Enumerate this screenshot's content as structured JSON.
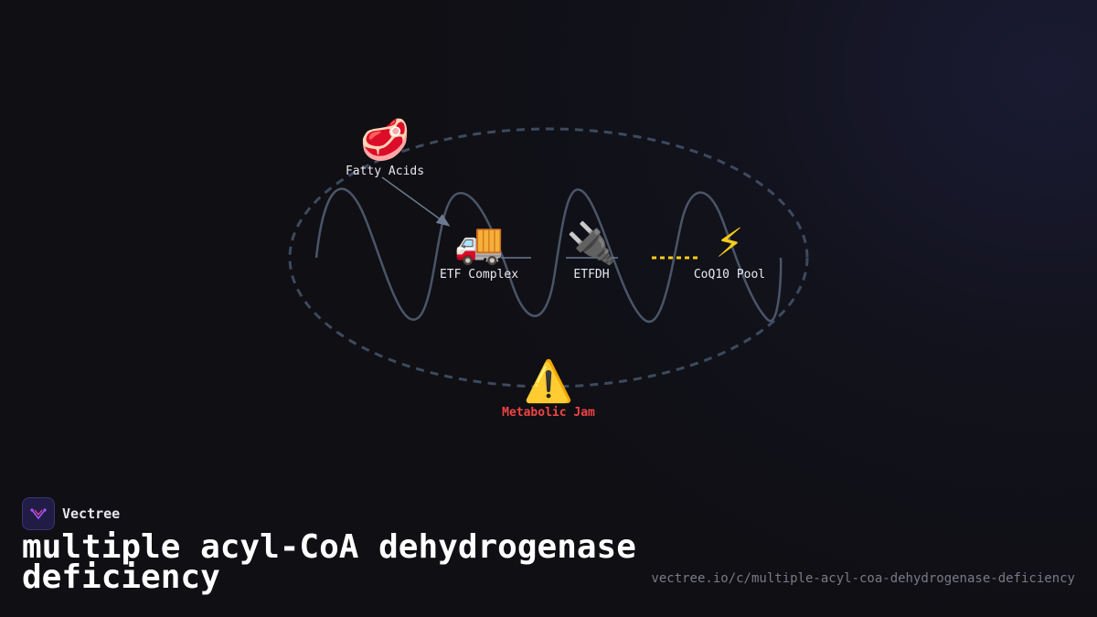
{
  "diagram": {
    "nodes": {
      "fatty_acids": {
        "icon": "meat-icon",
        "glyph": "🥩",
        "label": "Fatty Acids"
      },
      "etf_complex": {
        "icon": "truck-icon",
        "glyph": "🚚",
        "label": "ETF Complex"
      },
      "etfdh": {
        "icon": "plug-icon",
        "glyph": "🔌",
        "label": "ETFDH"
      },
      "coq10_pool": {
        "icon": "lightning-icon",
        "glyph": "⚡",
        "label": "CoQ10 Pool"
      },
      "metabolic_jam": {
        "icon": "warning-icon",
        "glyph": "⚠️",
        "label": "Metabolic Jam"
      }
    },
    "colors": {
      "membrane": "#3d4a5e",
      "wave": "#4a5568",
      "arrow": "#6b7a90",
      "dotted_link": "#facc15",
      "alert": "#ef4444"
    }
  },
  "brand": {
    "name": "Vectree",
    "logo_icon": "vectree-logo-icon"
  },
  "title": "multiple acyl-CoA dehydrogenase deficiency",
  "url": "vectree.io/c/multiple-acyl-coa-dehydrogenase-deficiency"
}
